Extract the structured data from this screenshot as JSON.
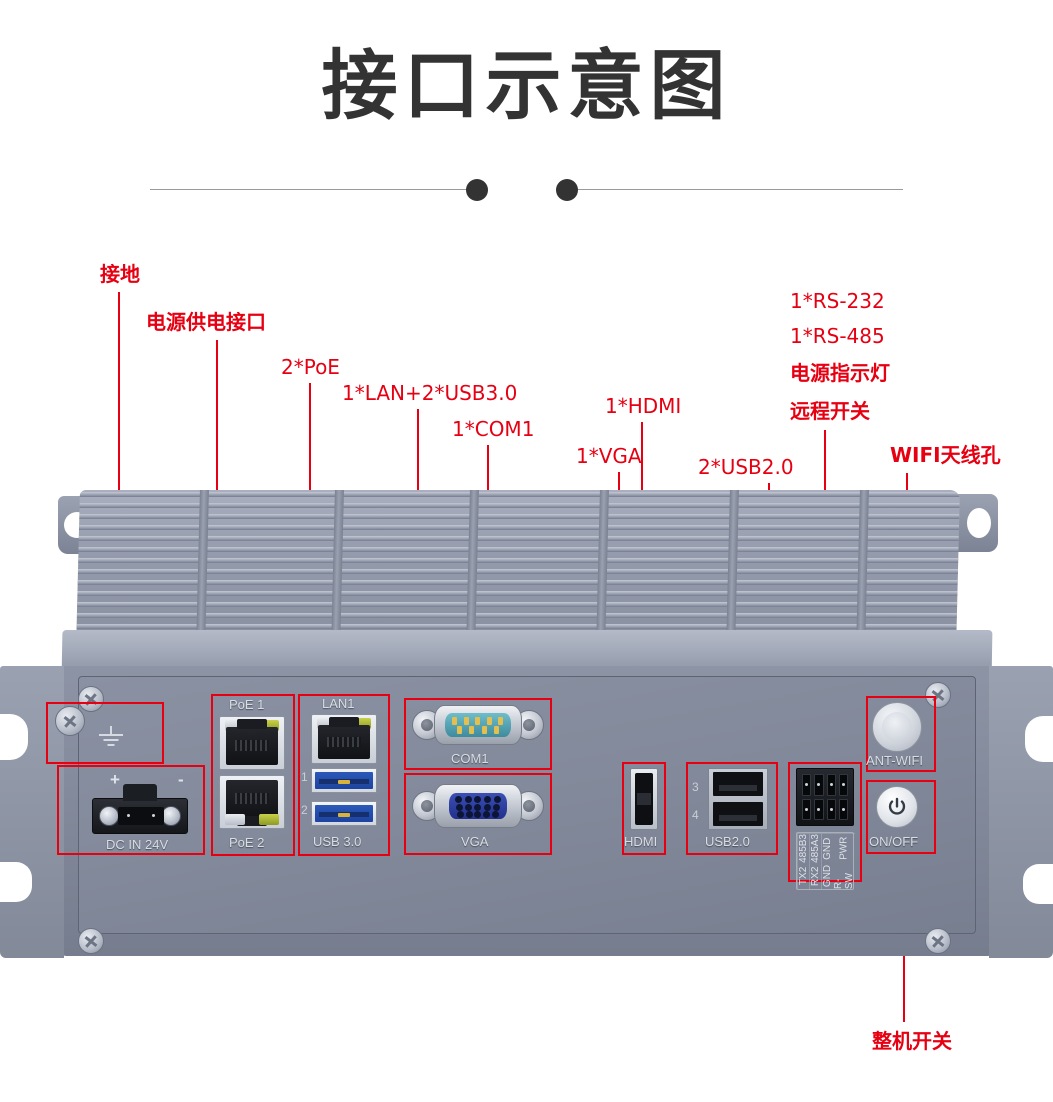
{
  "header": {
    "title": "接口示意图"
  },
  "callouts": {
    "ground": "接地",
    "power_input": "电源供电接口",
    "poe": "2*PoE",
    "lan_usb3": "1*LAN+2*USB3.0",
    "com1": "1*COM1",
    "vga": "1*VGA",
    "hdmi": "1*HDMI",
    "usb2": "2*USB2.0",
    "rs232": "1*RS-232",
    "rs485": "1*RS-485",
    "power_led": "电源指示灯",
    "remote_switch": "远程开关",
    "wifi_antenna": "WIFI天线孔",
    "main_switch": "整机开关"
  },
  "panel": {
    "dc_in": "DC  IN  24V",
    "plus": "+",
    "minus": "-",
    "poe1": "PoE 1",
    "poe2": "PoE 2",
    "lan1": "LAN1",
    "usb3": "USB 3.0",
    "usb3_port1": "1",
    "usb3_port2": "2",
    "com1": "COM1",
    "vga": "VGA",
    "hdmi": "HDMI",
    "usb2": "USB2.0",
    "usb2_port3": "3",
    "usb2_port4": "4",
    "ant_wifi": "ANT-WIFI",
    "on_off": "ON/OFF",
    "terminal_top": [
      "485B3",
      "485A3",
      "GND",
      "PWR"
    ],
    "terminal_bottom": [
      "TX2",
      "RX2",
      "GND",
      "R-SW"
    ]
  },
  "colors": {
    "callout_red": "#e60012",
    "title_dark": "#333333",
    "chassis_grey": "#8a91a2",
    "usb3_blue": "#2b59b8",
    "vga_blue": "#2a3fa0",
    "com_teal": "#4f9aa8"
  }
}
